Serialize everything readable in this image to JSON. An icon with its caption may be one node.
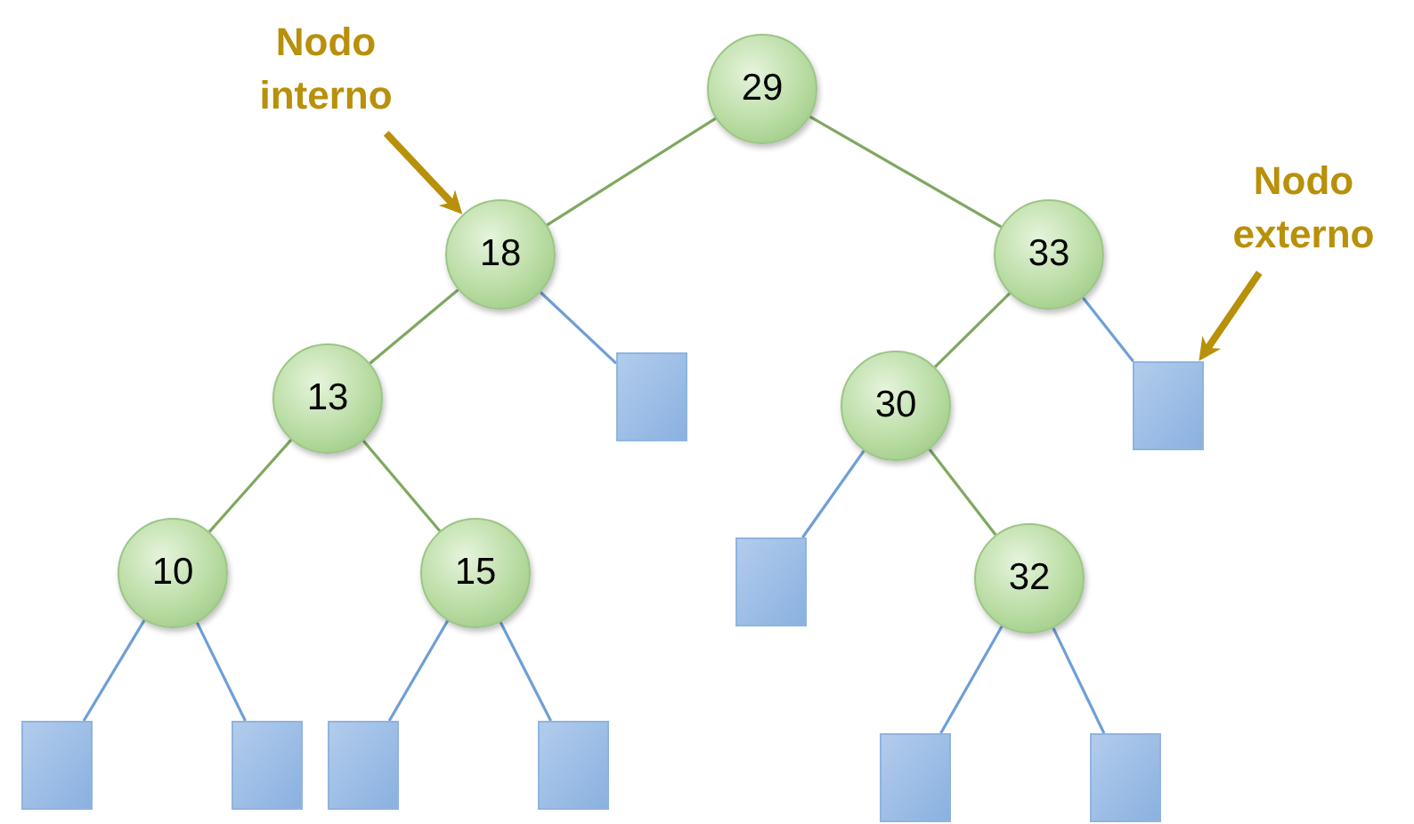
{
  "diagram": {
    "nodes": [
      {
        "text": [
          "29"
        ]
      },
      {
        "text": [
          "Nodo interno"
        ]
      },
      {
        "text": [
          "18"
        ]
      },
      {
        "text": [
          "33"
        ]
      },
      {
        "text": [
          "Nodo externo"
        ]
      },
      {
        "text": [
          "13"
        ]
      },
      {
        "text": [],
        "shape": "box"
      },
      {
        "text": [
          "30"
        ]
      },
      {
        "text": [],
        "shape": "box"
      },
      {
        "text": [
          "10"
        ]
      },
      {
        "text": [
          "15"
        ]
      },
      {
        "text": [],
        "shape": "box"
      },
      {
        "text": [
          "32"
        ]
      },
      {
        "text": [],
        "shape": "box"
      },
      {
        "text": [],
        "shape": "box"
      },
      {
        "text": [],
        "shape": "box"
      },
      {
        "text": [],
        "shape": "box"
      },
      {
        "text": [],
        "shape": "box"
      },
      {
        "text": [],
        "shape": "box"
      }
    ],
    "edges": [
      {
        "from": 0,
        "to": 2,
        "arrow": "none",
        "color": "#7fa860"
      },
      {
        "from": 0,
        "to": 3,
        "arrow": "none",
        "color": "#7fa860"
      },
      {
        "from": 1,
        "to": 2,
        "arrow": "to",
        "style": "thick",
        "color": "#b8900a"
      },
      {
        "from": 4,
        "to": 8,
        "arrow": "to",
        "style": "thick",
        "color": "#b8900a"
      },
      {
        "from": 2,
        "to": 5,
        "arrow": "none",
        "color": "#7fa860"
      },
      {
        "from": 2,
        "to": 6,
        "arrow": "none"
      },
      {
        "from": 3,
        "to": 7,
        "arrow": "none",
        "color": "#7fa860"
      },
      {
        "from": 3,
        "to": 8,
        "arrow": "none"
      },
      {
        "from": 5,
        "to": 9,
        "arrow": "none",
        "color": "#7fa860"
      },
      {
        "from": 5,
        "to": 10,
        "arrow": "none",
        "color": "#7fa860"
      },
      {
        "from": 7,
        "to": 11,
        "arrow": "none"
      },
      {
        "from": 7,
        "to": 12,
        "arrow": "none",
        "color": "#7fa860"
      },
      {
        "from": 9,
        "to": 13,
        "arrow": "none"
      },
      {
        "from": 9,
        "to": 14,
        "arrow": "none"
      },
      {
        "from": 10,
        "to": 15,
        "arrow": "none"
      },
      {
        "from": 10,
        "to": 16,
        "arrow": "none"
      },
      {
        "from": 12,
        "to": 17,
        "arrow": "none"
      },
      {
        "from": 12,
        "to": 18,
        "arrow": "none"
      }
    ]
  }
}
